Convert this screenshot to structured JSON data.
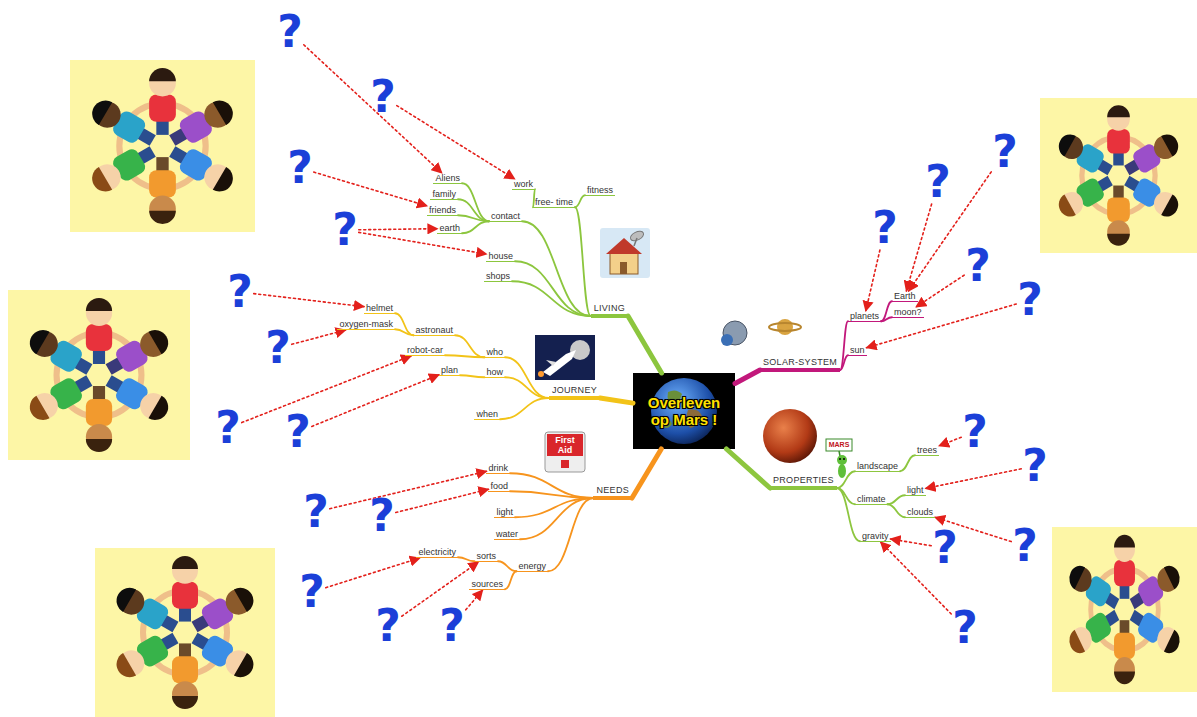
{
  "diagram": {
    "nodes": [
      {
        "text": [
          "Overleven op Mars !"
        ]
      },
      {
        "text": [
          "LIVING"
        ]
      },
      {
        "text": [
          "contact"
        ]
      },
      {
        "text": [
          "Aliens"
        ]
      },
      {
        "text": [
          "family"
        ]
      },
      {
        "text": [
          "friends"
        ]
      },
      {
        "text": [
          "earth"
        ]
      },
      {
        "text": [
          "free- time"
        ]
      },
      {
        "text": [
          "work"
        ]
      },
      {
        "text": [
          "fitness"
        ]
      },
      {
        "text": [
          "house"
        ]
      },
      {
        "text": [
          "shops"
        ]
      },
      {
        "text": [
          "JOURNEY"
        ]
      },
      {
        "text": [
          "who"
        ]
      },
      {
        "text": [
          "astronaut"
        ]
      },
      {
        "text": [
          "helmet"
        ]
      },
      {
        "text": [
          "oxygen-mask"
        ]
      },
      {
        "text": [
          "robot-car"
        ]
      },
      {
        "text": [
          "how"
        ]
      },
      {
        "text": [
          "plan"
        ]
      },
      {
        "text": [
          "when"
        ]
      },
      {
        "text": [
          "NEEDS"
        ]
      },
      {
        "text": [
          "drink"
        ]
      },
      {
        "text": [
          "food"
        ]
      },
      {
        "text": [
          "light"
        ]
      },
      {
        "text": [
          "water"
        ]
      },
      {
        "text": [
          "energy"
        ]
      },
      {
        "text": [
          "sorts"
        ]
      },
      {
        "text": [
          "electricity"
        ]
      },
      {
        "text": [
          "sources"
        ]
      },
      {
        "text": [
          "SOLAR-SYSTEM"
        ]
      },
      {
        "text": [
          "planets"
        ]
      },
      {
        "text": [
          "Earth"
        ]
      },
      {
        "text": [
          "moon?"
        ]
      },
      {
        "text": [
          "sun"
        ]
      },
      {
        "text": [
          "PROPERTIES"
        ]
      },
      {
        "text": [
          "landscape"
        ]
      },
      {
        "text": [
          "trees"
        ]
      },
      {
        "text": [
          "climate"
        ]
      },
      {
        "text": [
          "light"
        ]
      },
      {
        "text": [
          "clouds"
        ]
      },
      {
        "text": [
          "gravity"
        ]
      },
      {
        "text": [
          "?"
        ]
      },
      {
        "text": [
          "?"
        ]
      },
      {
        "text": [
          "?"
        ]
      },
      {
        "text": [
          "?"
        ]
      },
      {
        "text": [
          "?"
        ]
      },
      {
        "text": [
          "?"
        ]
      },
      {
        "text": [
          "?"
        ]
      },
      {
        "text": [
          "?"
        ]
      },
      {
        "text": [
          "?"
        ]
      },
      {
        "text": [
          "?"
        ]
      },
      {
        "text": [
          "?"
        ]
      },
      {
        "text": [
          "?"
        ]
      },
      {
        "text": [
          "?"
        ]
      },
      {
        "text": [
          "?"
        ]
      },
      {
        "text": [
          "?"
        ]
      },
      {
        "text": [
          "?"
        ]
      },
      {
        "text": [
          "?"
        ]
      },
      {
        "text": [
          "?"
        ]
      },
      {
        "text": [
          "?"
        ]
      },
      {
        "text": [
          "?"
        ]
      },
      {
        "text": [
          "?"
        ]
      },
      {
        "text": [
          "?"
        ]
      },
      {
        "text": [
          "?"
        ]
      }
    ],
    "edges": [
      {
        "from": 0,
        "to": 1,
        "arrow": "none"
      },
      {
        "from": 1,
        "to": 2,
        "arrow": "none"
      },
      {
        "from": 2,
        "to": 3,
        "arrow": "none"
      },
      {
        "from": 2,
        "to": 4,
        "arrow": "none"
      },
      {
        "from": 2,
        "to": 5,
        "arrow": "none"
      },
      {
        "from": 2,
        "to": 6,
        "arrow": "none"
      },
      {
        "from": 1,
        "to": 7,
        "arrow": "none"
      },
      {
        "from": 7,
        "to": 8,
        "arrow": "none"
      },
      {
        "from": 7,
        "to": 9,
        "arrow": "none"
      },
      {
        "from": 1,
        "to": 10,
        "arrow": "none"
      },
      {
        "from": 1,
        "to": 11,
        "arrow": "none"
      },
      {
        "from": 0,
        "to": 12,
        "arrow": "none"
      },
      {
        "from": 12,
        "to": 13,
        "arrow": "none"
      },
      {
        "from": 13,
        "to": 14,
        "arrow": "none"
      },
      {
        "from": 14,
        "to": 15,
        "arrow": "none"
      },
      {
        "from": 14,
        "to": 16,
        "arrow": "none"
      },
      {
        "from": 13,
        "to": 17,
        "arrow": "none"
      },
      {
        "from": 12,
        "to": 18,
        "arrow": "none"
      },
      {
        "from": 18,
        "to": 19,
        "arrow": "none"
      },
      {
        "from": 12,
        "to": 20,
        "arrow": "none"
      },
      {
        "from": 0,
        "to": 21,
        "arrow": "none"
      },
      {
        "from": 21,
        "to": 22,
        "arrow": "none"
      },
      {
        "from": 21,
        "to": 23,
        "arrow": "none"
      },
      {
        "from": 21,
        "to": 24,
        "arrow": "none"
      },
      {
        "from": 21,
        "to": 25,
        "arrow": "none"
      },
      {
        "from": 21,
        "to": 26,
        "arrow": "none"
      },
      {
        "from": 26,
        "to": 27,
        "arrow": "none"
      },
      {
        "from": 27,
        "to": 28,
        "arrow": "none"
      },
      {
        "from": 26,
        "to": 29,
        "arrow": "none"
      },
      {
        "from": 0,
        "to": 30,
        "arrow": "none"
      },
      {
        "from": 30,
        "to": 31,
        "arrow": "none"
      },
      {
        "from": 31,
        "to": 32,
        "arrow": "none"
      },
      {
        "from": 31,
        "to": 33,
        "arrow": "none"
      },
      {
        "from": 30,
        "to": 34,
        "arrow": "none"
      },
      {
        "from": 0,
        "to": 35,
        "arrow": "none"
      },
      {
        "from": 35,
        "to": 36,
        "arrow": "none"
      },
      {
        "from": 36,
        "to": 37,
        "arrow": "none"
      },
      {
        "from": 35,
        "to": 38,
        "arrow": "none"
      },
      {
        "from": 38,
        "to": 39,
        "arrow": "none"
      },
      {
        "from": 38,
        "to": 40,
        "arrow": "none"
      },
      {
        "from": 35,
        "to": 41,
        "arrow": "none"
      },
      {
        "from": 42,
        "to": 3,
        "arrow": "to"
      },
      {
        "from": 43,
        "to": 8,
        "arrow": "to"
      },
      {
        "from": 44,
        "to": 5,
        "arrow": "to"
      },
      {
        "from": 45,
        "to": 6,
        "arrow": "to"
      },
      {
        "from": 45,
        "to": 10,
        "arrow": "to"
      },
      {
        "from": 46,
        "to": 15,
        "arrow": "to"
      },
      {
        "from": 47,
        "to": 16,
        "arrow": "to"
      },
      {
        "from": 48,
        "to": 17,
        "arrow": "to"
      },
      {
        "from": 49,
        "to": 19,
        "arrow": "to"
      },
      {
        "from": 50,
        "to": 22,
        "arrow": "to"
      },
      {
        "from": 51,
        "to": 23,
        "arrow": "to"
      },
      {
        "from": 52,
        "to": 28,
        "arrow": "to"
      },
      {
        "from": 53,
        "to": 27,
        "arrow": "to"
      },
      {
        "from": 54,
        "to": 29,
        "arrow": "to"
      },
      {
        "from": 55,
        "to": 31,
        "arrow": "to"
      },
      {
        "from": 56,
        "to": 32,
        "arrow": "to"
      },
      {
        "from": 57,
        "to": 32,
        "arrow": "to"
      },
      {
        "from": 58,
        "to": 33,
        "arrow": "to"
      },
      {
        "from": 59,
        "to": 34,
        "arrow": "to"
      },
      {
        "from": 60,
        "to": 37,
        "arrow": "to"
      },
      {
        "from": 61,
        "to": 39,
        "arrow": "to"
      },
      {
        "from": 62,
        "to": 40,
        "arrow": "to"
      },
      {
        "from": 63,
        "to": 41,
        "arrow": "to"
      },
      {
        "from": 64,
        "to": 41,
        "arrow": "to"
      }
    ],
    "labels": [
      "First Aid",
      "MARS"
    ]
  }
}
